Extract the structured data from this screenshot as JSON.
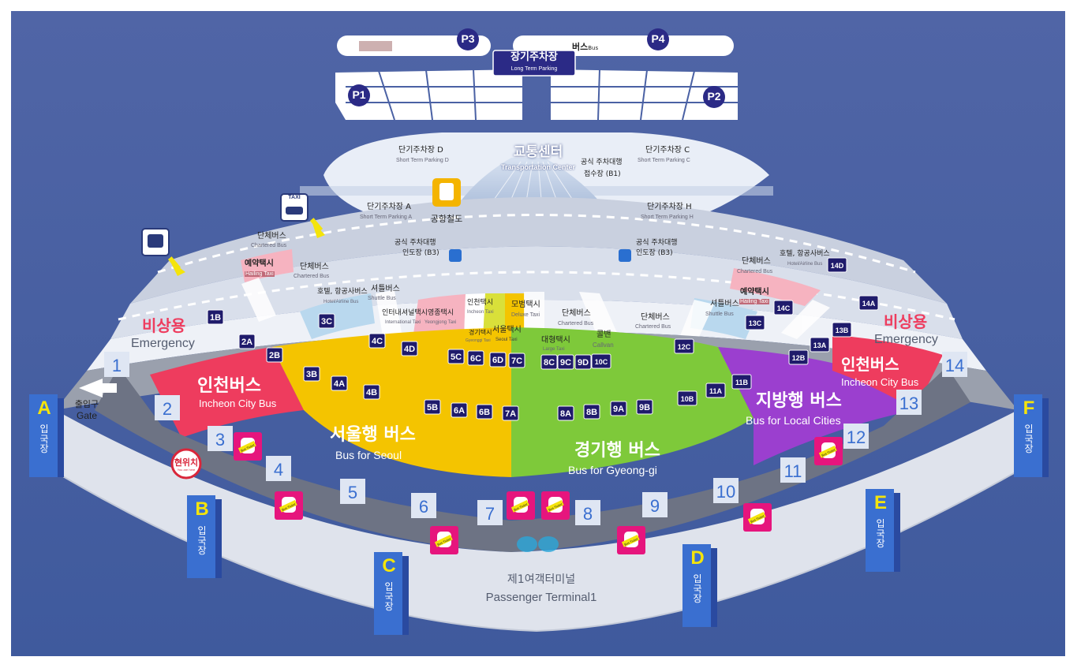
{
  "parking": {
    "long_term_kr": "장기주차장",
    "long_term_en": "Long Term Parking",
    "bus_kr": "버스",
    "bus_en": "Bus",
    "p1": "P1",
    "p2": "P2",
    "p3": "P3",
    "p4": "P4",
    "short_d_kr": "단기주차장 D",
    "short_d_en": "Short Term Parking D",
    "short_c_kr": "단기주차장 C",
    "short_c_en": "Short Term Parking C",
    "short_a_kr": "단기주차장 A",
    "short_a_en": "Short Term Parking A",
    "short_h_kr": "단기주차장 H",
    "short_h_en": "Short Term Parking H"
  },
  "transport": {
    "center_kr": "교통센터",
    "center_en": "Transportation Center",
    "valet_reception_1": "공식 주차대행",
    "valet_reception_2": "접수장 (B1)",
    "railroad_kr": "공항철도",
    "valet_left_1": "공식 주차대행",
    "valet_left_2": "인도장 (B3)",
    "valet_right_1": "공식 주차대행",
    "valet_right_2": "인도장 (B3)",
    "taxi_icon_label": "TAXI"
  },
  "service_labels": {
    "chartered_kr": "단체버스",
    "chartered_en": "Chartered Bus",
    "hailing_kr": "예약택시",
    "hailing_en": "Hailing Taxi",
    "hotel_kr": "호텔, 항공사버스",
    "hotel_en": "Hotel/Airline Bus",
    "shuttle_kr": "셔틀버스",
    "shuttle_en": "Shuttle Bus",
    "intl_taxi_kr": "인터내셔널택시",
    "intl_taxi_en": "International Taxi",
    "yeongjong_kr": "영종택시",
    "yeongjong_en": "Yeongjong Taxi",
    "incheon_taxi_kr": "인천택시",
    "incheon_taxi_en": "Incheon Taxi",
    "gyeonggi_taxi_kr": "경기택시",
    "gyeonggi_taxi_en": "Gyeonggi Taxi",
    "deluxe_kr": "모범택시",
    "deluxe_en": "Deluxe Taxi",
    "seoul_taxi_kr": "서울택시",
    "seoul_taxi_en": "Seoul Taxi",
    "large_taxi_kr": "대형택시",
    "large_taxi_en": "Large Taxi",
    "callvan_kr": "콜밴",
    "callvan_en": "Callvan",
    "emergency_kr": "비상용",
    "emergency_en": "Emergency"
  },
  "zones": {
    "incheon_kr": "인천버스",
    "incheon_en": "Incheon City Bus",
    "seoul_kr": "서울행 버스",
    "seoul_en": "Bus for Seoul",
    "gyeonggi_kr": "경기행 버스",
    "gyeonggi_en": "Bus for Gyeong-gi",
    "local_kr": "지방행 버스",
    "local_en": "Bus for Local Cities"
  },
  "stops": [
    "1B",
    "2A",
    "2B",
    "3B",
    "4A",
    "4B",
    "5B",
    "6A",
    "6B",
    "7A",
    "8A",
    "8B",
    "9A",
    "9B",
    "10B",
    "11A",
    "11B",
    "12B",
    "13A",
    "13B",
    "14A",
    "3C",
    "4C",
    "4D",
    "5C",
    "6C",
    "6D",
    "7C",
    "8C",
    "9C",
    "9D",
    "10C",
    "12C",
    "13C",
    "14C",
    "14D"
  ],
  "gates": [
    "1",
    "2",
    "3",
    "4",
    "5",
    "6",
    "7",
    "8",
    "9",
    "10",
    "11",
    "12",
    "13",
    "14"
  ],
  "entrances": {
    "letters": [
      "A",
      "B",
      "C",
      "D",
      "E",
      "F"
    ],
    "label_kr": [
      "입",
      "국",
      "장"
    ],
    "exit_kr": "출입구",
    "exit_en": "Gate"
  },
  "terminal": {
    "kr": "제1여객터미널",
    "en": "Passenger Terminal1",
    "here_kr": "현위치",
    "here_en": "You are here",
    "ticket": "Bus Ticket"
  },
  "colors": {
    "background": "#4a61a4",
    "incheon": "#ee3c5e",
    "seoul": "#f4c400",
    "gyeonggi": "#7ec93a",
    "local": "#9b3fcf",
    "stop_badge": "#1f1b6b",
    "ticket": "#e6157d"
  }
}
